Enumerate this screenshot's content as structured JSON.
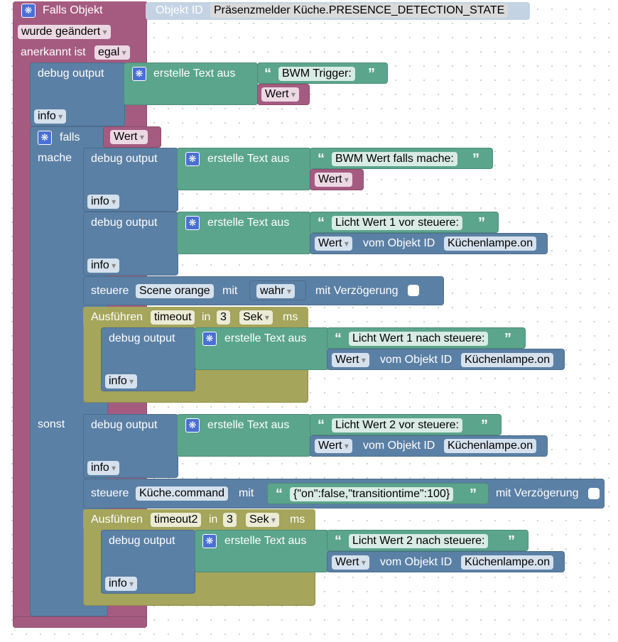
{
  "trigger": {
    "title": "Falls Objekt",
    "object_id_label": "Objekt ID",
    "object_id_value": "Präsenzmelder Küche.PRESENCE_DETECTION_STATE",
    "changed_value": "wurde geändert",
    "ack_label": "anerkannt ist",
    "ack_value": "egal"
  },
  "debug1": {
    "label": "debug output",
    "create_text": "erstelle Text aus",
    "text": "BWM Trigger:",
    "value": "Wert",
    "level": "info"
  },
  "if_block": {
    "label": "falls",
    "condition": "Wert",
    "then_label": "mache",
    "else_label": "sonst"
  },
  "debug2": {
    "label": "debug output",
    "create_text": "erstelle Text aus",
    "text": "BWM Wert falls mache:",
    "value": "Wert",
    "level": "info"
  },
  "debug3": {
    "label": "debug output",
    "create_text": "erstelle Text aus",
    "text": "Licht Wert 1 vor steuere:",
    "value": "Wert",
    "from_object": "vom Objekt ID",
    "object": "Küchenlampe.on",
    "level": "info"
  },
  "control1": {
    "label": "steuere",
    "target": "Scene orange",
    "with": "mit",
    "value": "wahr",
    "delay_label": "mit Verzögerung"
  },
  "timeout1": {
    "label": "Ausführen",
    "name": "timeout",
    "in": "in",
    "amount": "3",
    "unit": "Sek",
    "ms": "ms"
  },
  "debug4": {
    "label": "debug output",
    "create_text": "erstelle Text aus",
    "text": "Licht Wert 1 nach steuere:",
    "value": "Wert",
    "from_object": "vom Objekt ID",
    "object": "Küchenlampe.on",
    "level": "info"
  },
  "debug5": {
    "label": "debug output",
    "create_text": "erstelle Text aus",
    "text": "Licht Wert  2 vor steuere:",
    "value": "Wert",
    "from_object": "vom Objekt ID",
    "object": "Küchenlampe.on",
    "level": "info"
  },
  "control2": {
    "label": "steuere",
    "target": "Küche.command",
    "with": "mit",
    "value": "{\"on\":false,\"transitiontime\":100}",
    "delay_label": "mit Verzögerung"
  },
  "timeout2": {
    "label": "Ausführen",
    "name": "timeout2",
    "in": "in",
    "amount": "3",
    "unit": "Sek",
    "ms": "ms"
  },
  "debug6": {
    "label": "debug output",
    "create_text": "erstelle Text aus",
    "text": "Licht Wert  2 nach steuere:",
    "value": "Wert",
    "from_object": "vom Objekt ID",
    "object": "Küchenlampe.on",
    "level": "info"
  },
  "colors": {
    "event": "#a55b80",
    "control": "#5b80a5",
    "text": "#5ba58c",
    "timeout": "#a5a55b",
    "gear": "#4a6fd6"
  }
}
